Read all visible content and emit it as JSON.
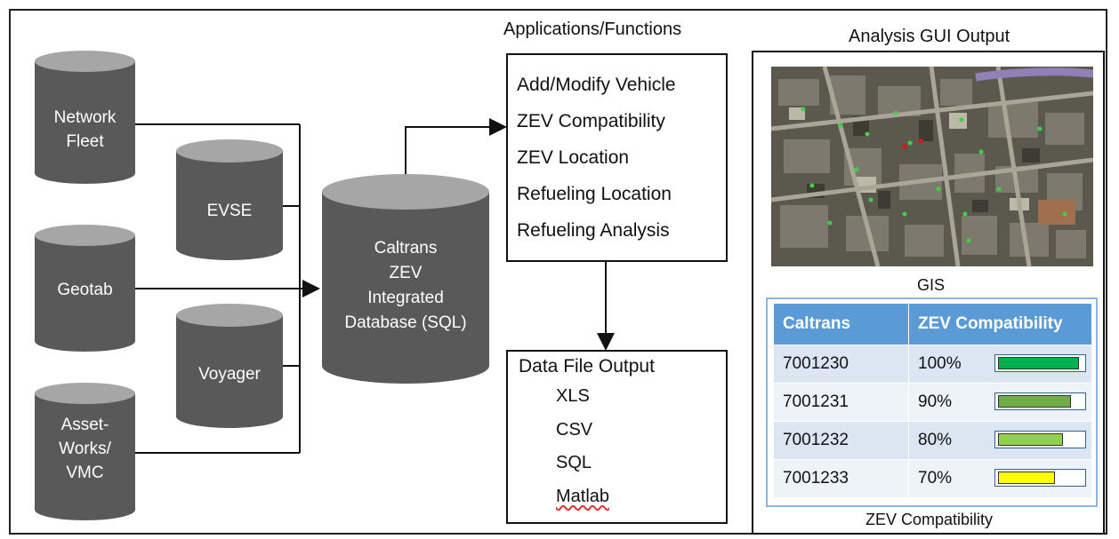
{
  "sources": [
    {
      "id": "network-fleet",
      "label": "Network\nFleet"
    },
    {
      "id": "evse",
      "label": "EVSE"
    },
    {
      "id": "geotab",
      "label": "Geotab"
    },
    {
      "id": "voyager",
      "label": "Voyager"
    },
    {
      "id": "asset-works",
      "label": "Asset-\nWorks/\nVMC"
    }
  ],
  "database": {
    "label": "Caltrans\nZEV\nIntegrated\nDatabase (SQL)"
  },
  "functions": {
    "heading": "Applications/Functions",
    "items": [
      "Add/Modify Vehicle",
      "ZEV Compatibility",
      "ZEV Location",
      "Refueling Location",
      "Refueling Analysis"
    ]
  },
  "output": {
    "title": "Data File Output",
    "items": [
      "XLS",
      "CSV",
      "SQL",
      "Matlab"
    ]
  },
  "gui": {
    "heading": "Analysis GUI Output",
    "map_caption": "GIS",
    "table_caption": "ZEV Compatibility",
    "table": {
      "headers": [
        "Caltrans",
        "ZEV Compatibility"
      ],
      "rows": [
        {
          "id": "7001230",
          "pct": "100%",
          "value": 1.0,
          "color": "#00b050"
        },
        {
          "id": "7001231",
          "pct": "90%",
          "value": 0.9,
          "color": "#70ad47"
        },
        {
          "id": "7001232",
          "pct": "80%",
          "value": 0.8,
          "color": "#92d050"
        },
        {
          "id": "7001233",
          "pct": "70%",
          "value": 0.7,
          "color": "#ffff00"
        }
      ]
    }
  },
  "colors": {
    "cylinder_body": "#595959",
    "cylinder_top": "#a6a6a6",
    "header_blue": "#5b9bd5"
  }
}
